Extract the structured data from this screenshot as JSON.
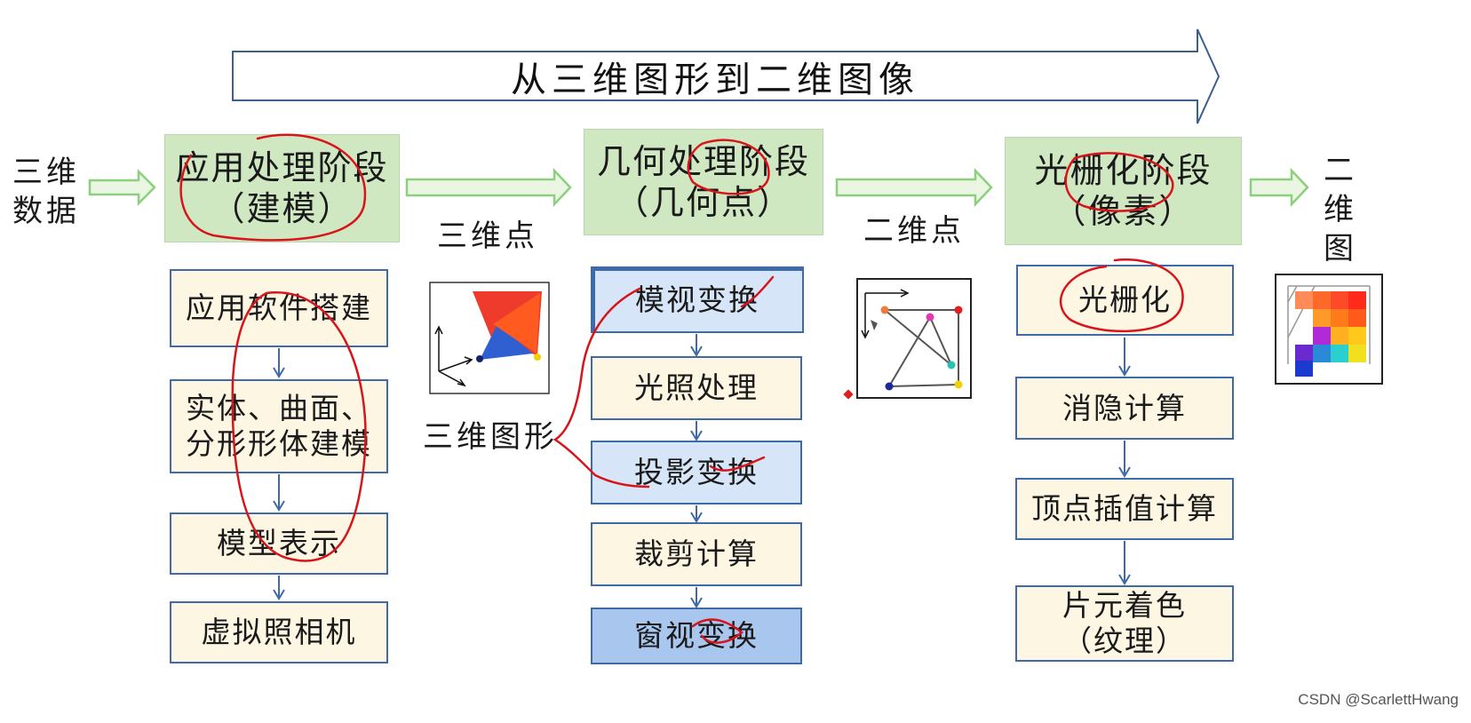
{
  "banner": {
    "title": "从三维图形到二维图像"
  },
  "input": {
    "line1": "三维",
    "line2": "数据"
  },
  "output": {
    "line1": "二",
    "line2": "维",
    "line3": "图"
  },
  "stages": [
    {
      "title": "应用处理阶段",
      "subtitle": "（建模）"
    },
    {
      "title": "几何处理阶段",
      "subtitle": "（几何点）"
    },
    {
      "title": "光栅化阶段",
      "subtitle": "（像素）"
    }
  ],
  "labels": {
    "points3d": "三维点",
    "shape3d": "三维图形",
    "points2d": "二维点"
  },
  "application_steps": [
    "应用软件搭建",
    "实体、曲面、",
    "分形形体建模",
    "模型表示",
    "虚拟照相机"
  ],
  "geometry_steps": [
    "模视变换",
    "光照处理",
    "投影变换",
    "裁剪计算",
    "窗视变换"
  ],
  "raster_steps": [
    "光栅化",
    "消隐计算",
    "顶点插值计算",
    "片元着色",
    "（纹理）"
  ],
  "credit": "CSDN @ScarlettHwang",
  "colors": {
    "stage_fill": "#cfe8c2",
    "step_cream": "#fdf6e2",
    "step_light_blue": "#d6e6f8",
    "step_mid_blue": "#a9c6ee",
    "box_border": "#3e6aa8",
    "annotation_red": "#d8141b",
    "flow_arrow": "#8ccf7e"
  }
}
